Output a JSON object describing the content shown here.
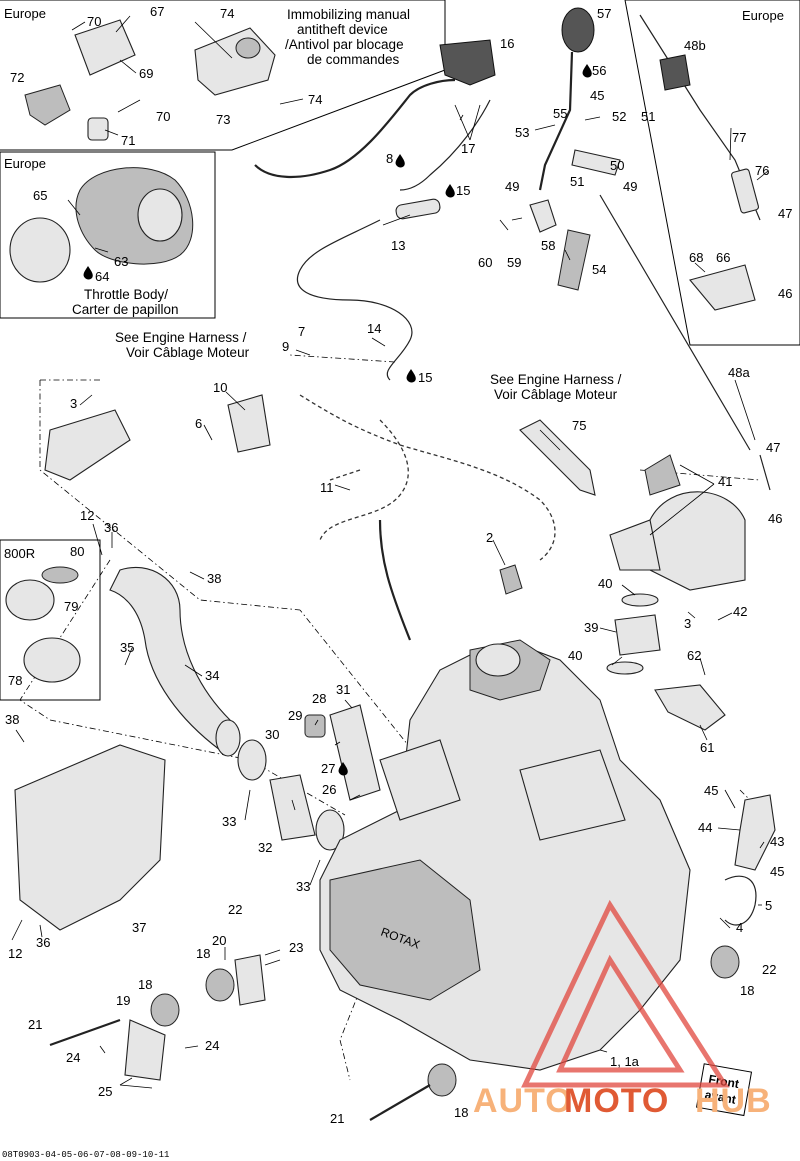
{
  "labels": {
    "europe": "Europe",
    "immobilizing": "Immobilizing manual",
    "antitheft": "antitheft device",
    "antivol": "/Antivol par blocage",
    "de_commandes": "de commandes",
    "throttle_body": "Throttle Body/",
    "carter_papillon": "Carter de papillon",
    "see_engine_harness": "See Engine Harness /",
    "voir_cablage": "Voir Câblage Moteur",
    "variant_800r": "800R",
    "front_line1": "Front",
    "front_line2": "avant",
    "drawing_code": "08T0903-04-05-06-07-08-09-10-11"
  },
  "callouts": {
    "n1_1a": "1, 1a",
    "n2": "2",
    "n3": "3",
    "n4": "4",
    "n5": "5",
    "n6": "6",
    "n7": "7",
    "n8": "8",
    "n9": "9",
    "n10": "10",
    "n11": "11",
    "n12": "12",
    "n13": "13",
    "n14": "14",
    "n15": "15",
    "n16": "16",
    "n17": "17",
    "n18": "18",
    "n19": "19",
    "n20": "20",
    "n21": "21",
    "n22": "22",
    "n23": "23",
    "n24": "24",
    "n25": "25",
    "n26": "26",
    "n27": "27",
    "n28": "28",
    "n29": "29",
    "n30": "30",
    "n31": "31",
    "n32": "32",
    "n33": "33",
    "n34": "34",
    "n35": "35",
    "n36": "36",
    "n37": "37",
    "n38": "38",
    "n39": "39",
    "n40": "40",
    "n41": "41",
    "n42": "42",
    "n43": "43",
    "n44": "44",
    "n45": "45",
    "n46": "46",
    "n47": "47",
    "n48a": "48a",
    "n48b": "48b",
    "n49": "49",
    "n50": "50",
    "n51": "51",
    "n52": "52",
    "n53": "53",
    "n54": "54",
    "n55": "55",
    "n56": "56",
    "n57": "57",
    "n58": "58",
    "n59": "59",
    "n60": "60",
    "n61": "61",
    "n62": "62",
    "n63": "63",
    "n64": "64",
    "n65": "65",
    "n66": "66",
    "n67": "67",
    "n68": "68",
    "n69": "69",
    "n70": "70",
    "n71": "71",
    "n72": "72",
    "n73": "73",
    "n74": "74",
    "n75": "75",
    "n76": "76",
    "n77": "77",
    "n78": "78",
    "n79": "79",
    "n80": "80"
  },
  "watermark": {
    "part1": "AUTO",
    "part2": "MOTO",
    "part3": "HUB",
    "color_light": "#f7b27a",
    "color_dark": "#e05a34",
    "triangle_color": "#e0473d"
  },
  "colors": {
    "background": "#ffffff",
    "line": "#000000"
  }
}
